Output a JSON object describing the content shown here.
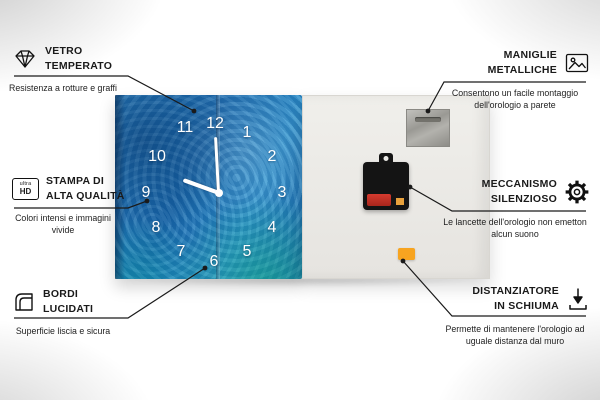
{
  "callouts": {
    "left": [
      {
        "icon": "diamond-icon",
        "title1": "VETRO",
        "title2": "TEMPERATO",
        "desc": "Resistenza a rotture e graffi"
      },
      {
        "icon": "ultra-hd-icon",
        "icon_top": "ultra",
        "icon_main": "HD",
        "title1": "STAMPA DI",
        "title2": "ALTA QUALITÀ",
        "desc": "Colori intensi e immagini vivide"
      },
      {
        "icon": "polished-edge-icon",
        "title1": "BORDI",
        "title2": "LUCIDATI",
        "desc": "Superficie liscia e sicura"
      }
    ],
    "right": [
      {
        "icon": "picture-frame-icon",
        "title1": "MANIGLIE",
        "title2": "METALLICHE",
        "desc": "Consentono un facile montaggio dell'orologio a parete"
      },
      {
        "icon": "gear-icon",
        "title1": "MECCANISMO",
        "title2": "SILENZIOSO",
        "desc": "Le lancette dell'orologio non emetton alcun suono"
      },
      {
        "icon": "foam-spacer-icon",
        "title1": "DISTANZIATORE",
        "title2": "IN SCHIUMA",
        "desc": "Permette di mantenere l'orologio ad uguale distanza dal muro"
      }
    ]
  },
  "clock": {
    "numbers": [
      "1",
      "2",
      "3",
      "4",
      "5",
      "6",
      "7",
      "8",
      "9",
      "10",
      "11",
      "12"
    ]
  },
  "colors": {
    "clock_blue": "#1f78b8",
    "foam_orange": "#f7a420",
    "line_black": "#1a1a1a",
    "back_gray": "#e9e8e4"
  }
}
